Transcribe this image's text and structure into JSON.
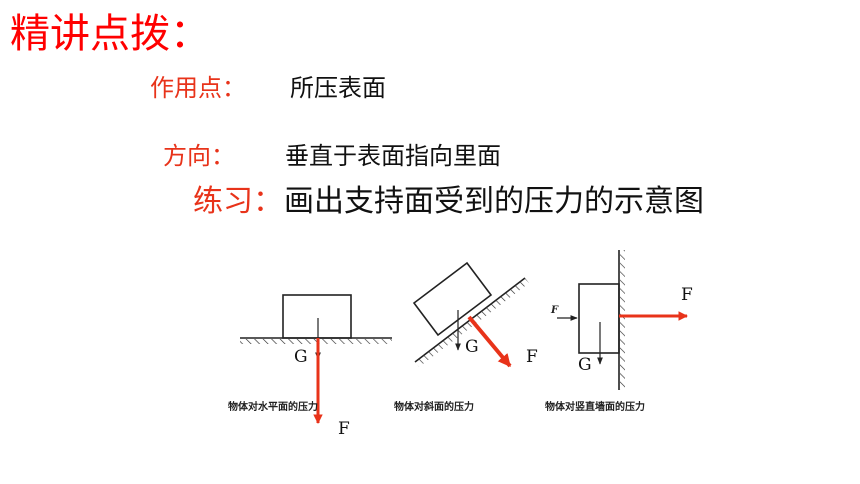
{
  "title": "精讲点拨：",
  "point": {
    "label": "作用点：",
    "value": "所压表面"
  },
  "direction": {
    "label": "方向：",
    "value": "垂直于表面指向里面"
  },
  "exercise": {
    "label": "练习：",
    "value": "画出支持面受到的压力的示意图"
  },
  "figures": [
    {
      "caption": "物体对水平面的压力",
      "gravity_label": "G",
      "force_label": "F"
    },
    {
      "caption": "物体对斜面的压力",
      "gravity_label": "G",
      "force_label": "F"
    },
    {
      "caption": "物体对竖直墙面的压力",
      "gravity_label": "G",
      "force_label": "F",
      "push_label": "F"
    }
  ],
  "colors": {
    "title": "#ff0000",
    "label": "#e8331a",
    "force_arrow": "#e8331a",
    "text": "#111111"
  }
}
